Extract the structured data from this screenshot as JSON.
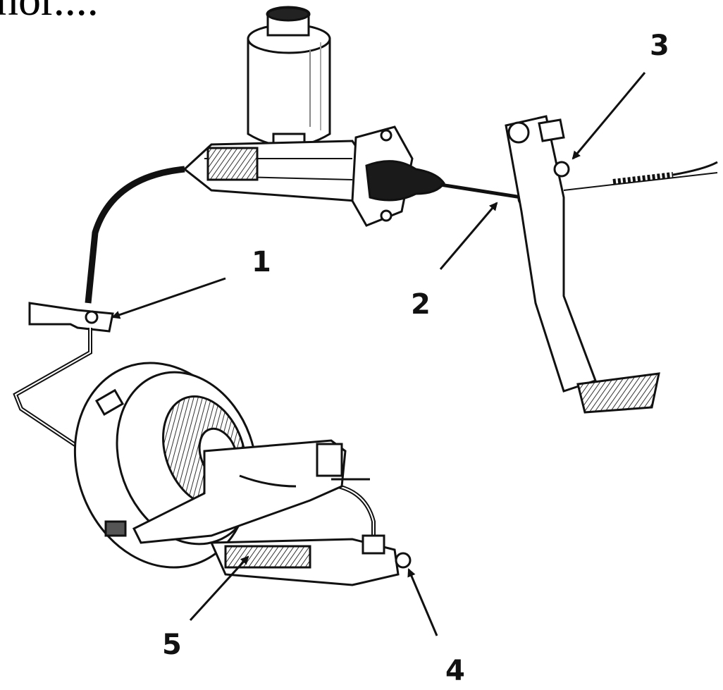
{
  "caption": "nor....",
  "callouts": [
    {
      "id": "1",
      "label": "1"
    },
    {
      "id": "2",
      "label": "2"
    },
    {
      "id": "3",
      "label": "3"
    },
    {
      "id": "4",
      "label": "4"
    },
    {
      "id": "5",
      "label": "5"
    }
  ],
  "colors": {
    "ink": "#111111",
    "background": "#ffffff",
    "shade": "#9a9a9a"
  }
}
